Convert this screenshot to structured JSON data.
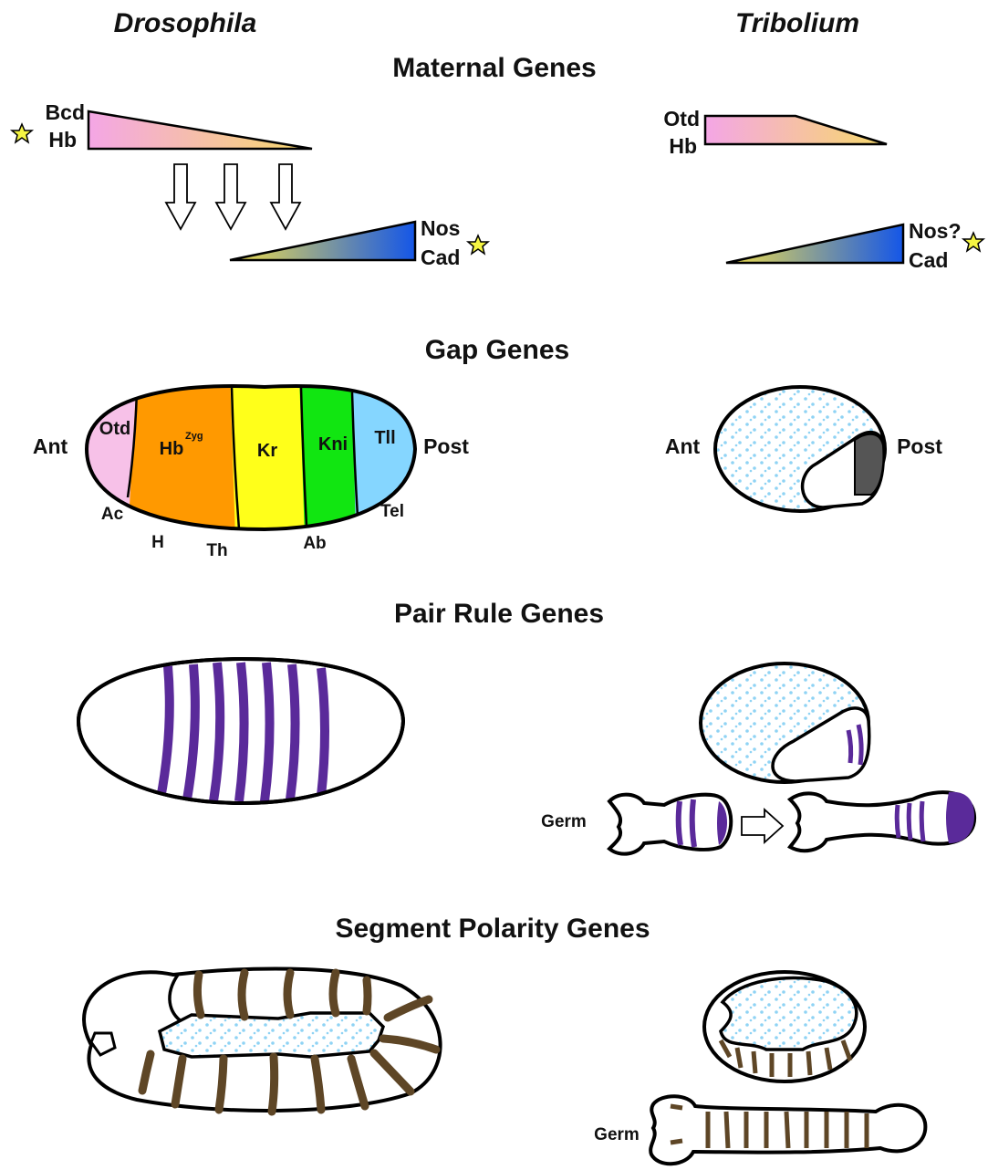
{
  "species": {
    "left": "Drosophila",
    "right": "Tribolium"
  },
  "sections": {
    "maternal": "Maternal Genes",
    "gap": "Gap Genes",
    "pair_rule": "Pair Rule Genes",
    "segment_polarity": "Segment Polarity Genes"
  },
  "maternal": {
    "drosophila": {
      "anterior_genes": [
        "Bcd",
        "Hb"
      ],
      "posterior_genes": [
        "Nos",
        "Cad"
      ]
    },
    "tribolium": {
      "anterior_genes": [
        "Otd",
        "Hb"
      ],
      "posterior_genes": [
        "Nos?",
        "Cad"
      ]
    },
    "gradient_colors": {
      "anterior_start": "#f4a6e6",
      "anterior_end": "#f7d96a",
      "posterior_start": "#f2e04a",
      "posterior_end": "#1456e8"
    },
    "star_color": "#f5f542"
  },
  "gap": {
    "axis": {
      "anterior": "Ant",
      "posterior": "Post"
    },
    "domains": [
      {
        "label": "Otd",
        "color": "#f7c1e8"
      },
      {
        "label": "Hb",
        "superscript": "Zyg",
        "color": "#ff9900"
      },
      {
        "label": "Kr",
        "color": "#ffff1a"
      },
      {
        "label": "Kni",
        "color": "#11e611"
      },
      {
        "label": "Tll",
        "color": "#85d6ff"
      }
    ],
    "regions": [
      "Ac",
      "H",
      "Th",
      "Ab",
      "Tel"
    ],
    "tribolium_axis": {
      "anterior": "Ant",
      "posterior": "Post"
    }
  },
  "pair_rule": {
    "germ_label": "Germ",
    "stripe_color": "#5a2a9a"
  },
  "segment_polarity": {
    "germ_label": "Germ",
    "stripe_color": "#5e4626",
    "dot_color": "#8fd3f4"
  }
}
